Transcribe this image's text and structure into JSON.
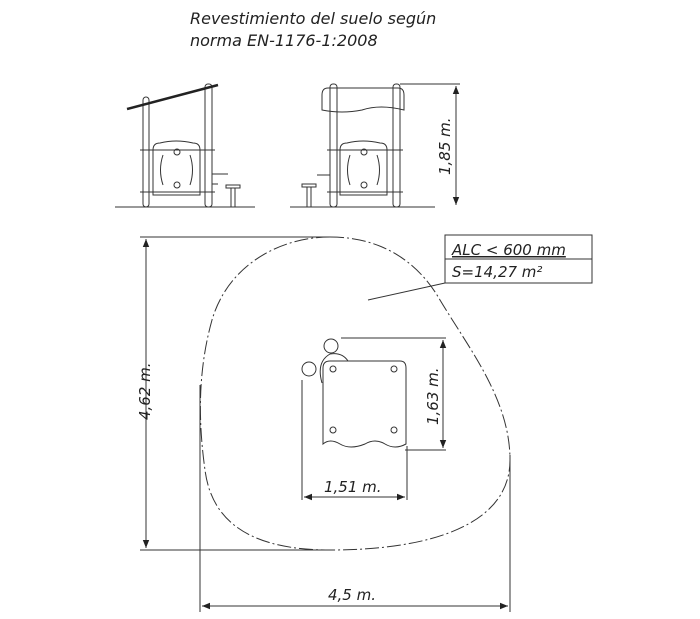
{
  "title": {
    "line1": "Revestimiento del suelo según",
    "line2": "norma EN-1176-1:2008"
  },
  "dimensions": {
    "height": "1,85 m.",
    "area_depth": "4,62 m.",
    "area_width": "4,5 m.",
    "equipment_depth": "1,63 m.",
    "equipment_width": "1,51 m."
  },
  "label_box": {
    "alc": "ALC < 600 mm",
    "surface": "S=14,27 m²"
  }
}
